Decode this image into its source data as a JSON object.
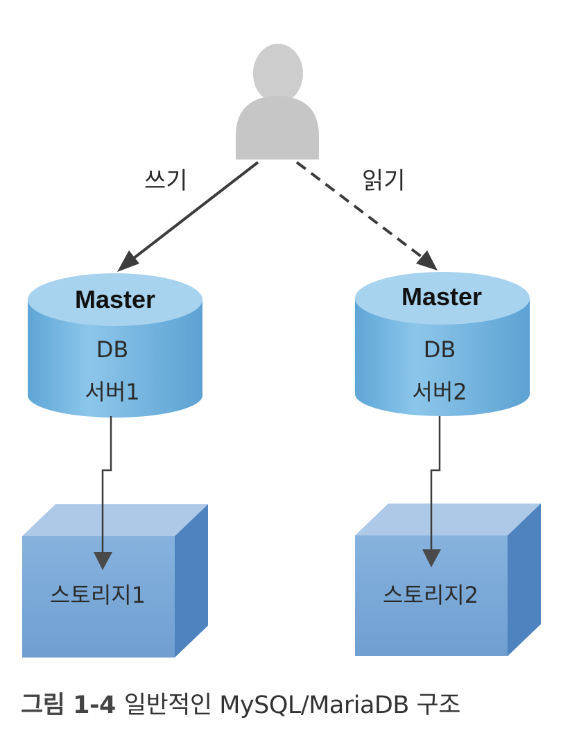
{
  "edges": {
    "write_label": "쓰기",
    "read_label": "읽기"
  },
  "server1": {
    "title": "Master",
    "line1": "DB",
    "line2": "서버1"
  },
  "server2": {
    "title": "Master",
    "line1": "DB",
    "line2": "서버2"
  },
  "storage1": {
    "label": "스토리지1"
  },
  "storage2": {
    "label": "스토리지2"
  },
  "caption": {
    "number": "그림 1-4",
    "text": "일반적인 MySQL/MariaDB 구조"
  },
  "colors": {
    "cylinder_body": "#6fb3de",
    "cylinder_top": "#a9d4f0",
    "cube_front": "#79a7d6",
    "cube_top": "#adc8e8",
    "cube_side": "#4f84bf",
    "user": "#c9c9c9",
    "arrow": "#3c3c3c"
  },
  "icons": {
    "user": "user-silhouette-icon"
  }
}
